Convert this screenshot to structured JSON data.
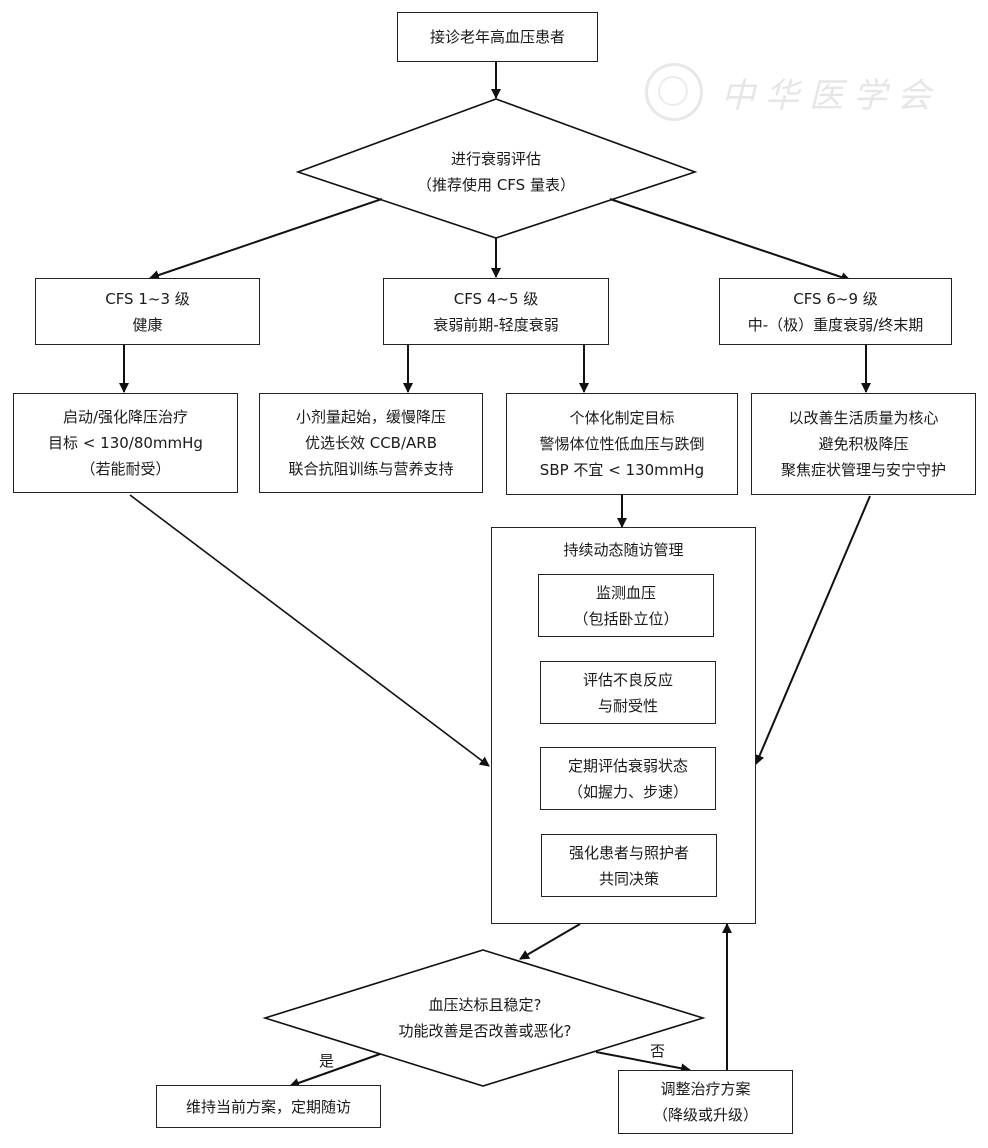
{
  "watermark": {
    "text": "中华医学会"
  },
  "start": {
    "label": "接诊老年高血压患者"
  },
  "assess": {
    "lines": [
      "进行衰弱评估",
      "（推荐使用 CFS 量表）"
    ]
  },
  "levels": [
    {
      "lines": [
        "CFS 1~3 级",
        "健康"
      ]
    },
    {
      "lines": [
        "CFS 4~5 级",
        "衰弱前期-轻度衰弱"
      ]
    },
    {
      "lines": [
        "CFS 6~9 级",
        "中-（极）重度衰弱/终末期"
      ]
    }
  ],
  "actions": [
    {
      "lines": [
        "启动/强化降压治疗",
        "目标 < 130/80mmHg",
        "（若能耐受）"
      ]
    },
    {
      "lines": [
        "小剂量起始，缓慢降压",
        "优选长效 CCB/ARB",
        "联合抗阻训练与营养支持"
      ]
    },
    {
      "lines": [
        "个体化制定目标",
        "警惕体位性低血压与跌倒",
        "SBP 不宜 < 130mmHg"
      ]
    },
    {
      "lines": [
        "以改善生活质量为核心",
        "避免积极降压",
        "聚焦症状管理与安宁守护"
      ]
    }
  ],
  "followup": {
    "title": "持续动态随访管理",
    "items": [
      {
        "lines": [
          "监测血压",
          "（包括卧立位）"
        ]
      },
      {
        "lines": [
          "评估不良反应",
          "与耐受性"
        ]
      },
      {
        "lines": [
          "定期评估衰弱状态",
          "（如握力、步速）"
        ]
      },
      {
        "lines": [
          "强化患者与照护者",
          "共同决策"
        ]
      }
    ]
  },
  "decision": {
    "lines": [
      "血压达标且稳定?",
      "功能改善是否改善或恶化?"
    ]
  },
  "branch_yes": {
    "label": "是",
    "result": "维持当前方案，定期随访"
  },
  "branch_no": {
    "label": "否",
    "result_lines": [
      "调整治疗方案",
      "（降级或升级）"
    ]
  }
}
